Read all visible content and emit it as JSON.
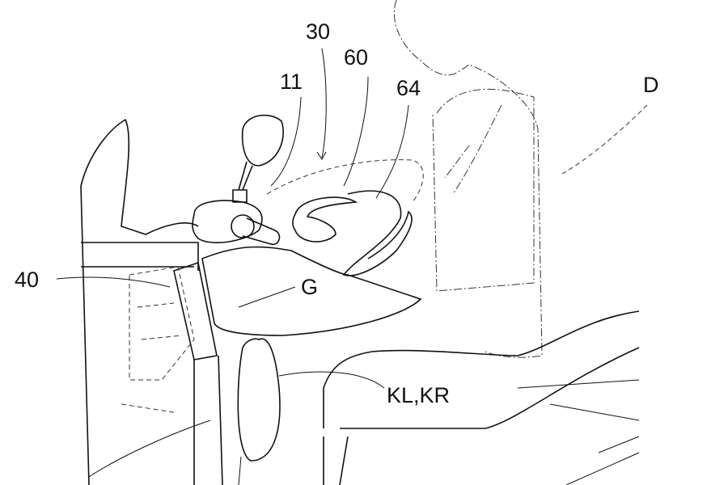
{
  "figure": {
    "labels": {
      "ref_30": "30",
      "ref_60": "60",
      "ref_11": "11",
      "ref_64": "64",
      "ref_D": "D",
      "ref_40": "40",
      "ref_G": "G",
      "ref_KLKR": "KL,KR"
    }
  }
}
